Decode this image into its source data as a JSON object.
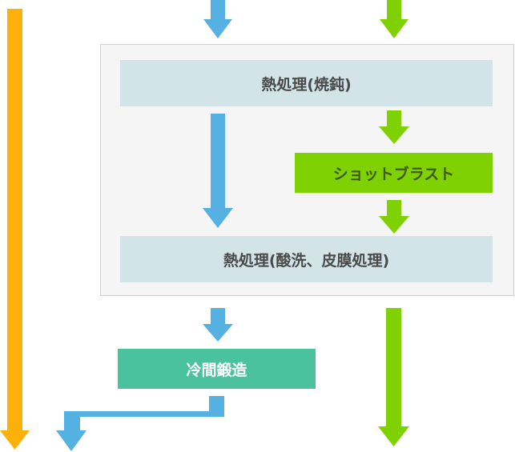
{
  "diagram": {
    "colors": {
      "blue_flow": "#55b1e2",
      "green_flow": "#7fd102",
      "orange_flow": "#fbb10a",
      "process_box": "#d3e4e9",
      "shot_blast_box": "#7fd102",
      "cold_forge_box": "#4bc29e",
      "group_background": "#f5f5f5",
      "group_border": "#cfcfcf"
    },
    "steps": {
      "annealing": "熱処理(焼鈍)",
      "shot_blast": "ショットブラスト",
      "pickling_coating": "熱処理(酸洗、皮膜処理)",
      "cold_forging": "冷間鍛造"
    },
    "flows": [
      {
        "name": "orange",
        "color": "#fbb10a",
        "path": [
          "input",
          "output"
        ]
      },
      {
        "name": "blue",
        "color": "#55b1e2",
        "path": [
          "input",
          "熱処理(焼鈍)",
          "熱処理(酸洗、皮膜処理)",
          "冷間鍛造",
          "output"
        ]
      },
      {
        "name": "green",
        "color": "#7fd102",
        "path": [
          "input",
          "熱処理(焼鈍)",
          "ショットブラスト",
          "熱処理(酸洗、皮膜処理)",
          "output"
        ]
      }
    ]
  }
}
